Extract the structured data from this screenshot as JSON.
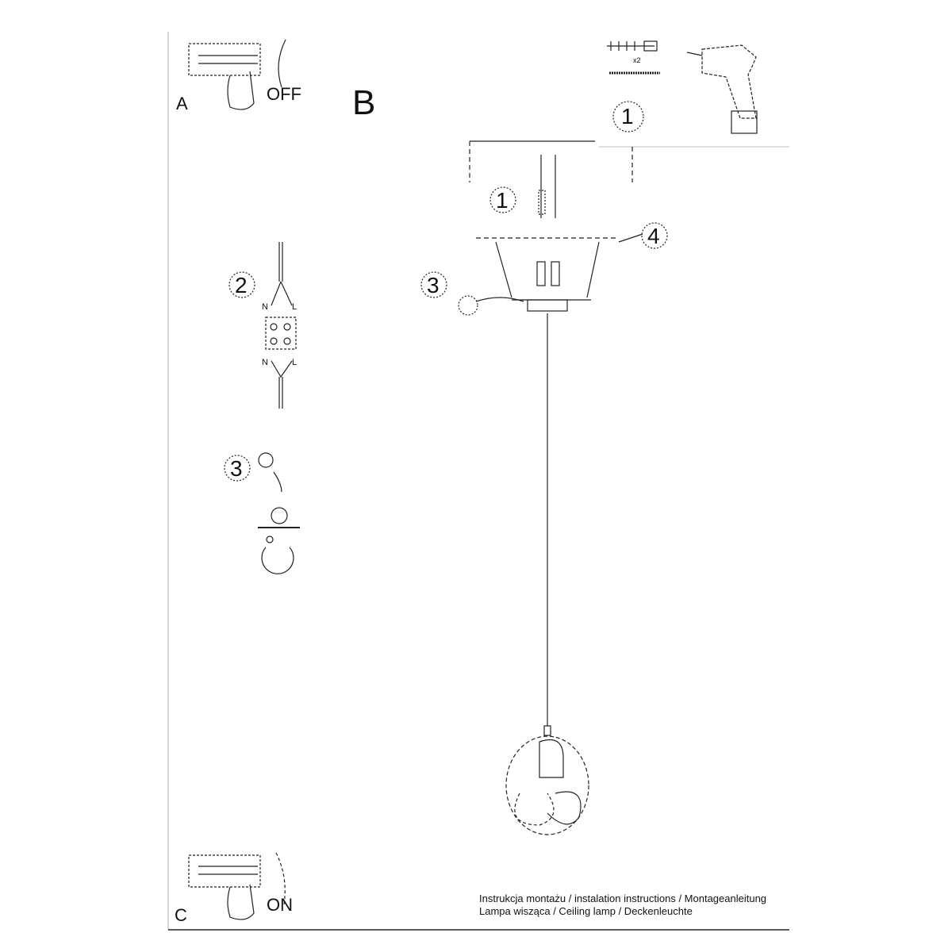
{
  "steps": {
    "a": {
      "letter": "A",
      "state": "OFF"
    },
    "b": {
      "letter": "B"
    },
    "c": {
      "letter": "C",
      "state": "ON"
    }
  },
  "callouts": {
    "tools_num": "1",
    "screws_qty": "x2",
    "b_1": "1",
    "b_3": "3",
    "b_4": "4",
    "side_2": "2",
    "side_3": "3",
    "wire_n_top": "N",
    "wire_l_top": "L",
    "wire_n_bottom": "N",
    "wire_l_bottom": "L"
  },
  "footer": {
    "line1": "Instrukcja montażu / instalation instructions / Montageanleitung",
    "line2": "Lampa wisząca / Ceiling lamp / Deckenleuchte"
  }
}
